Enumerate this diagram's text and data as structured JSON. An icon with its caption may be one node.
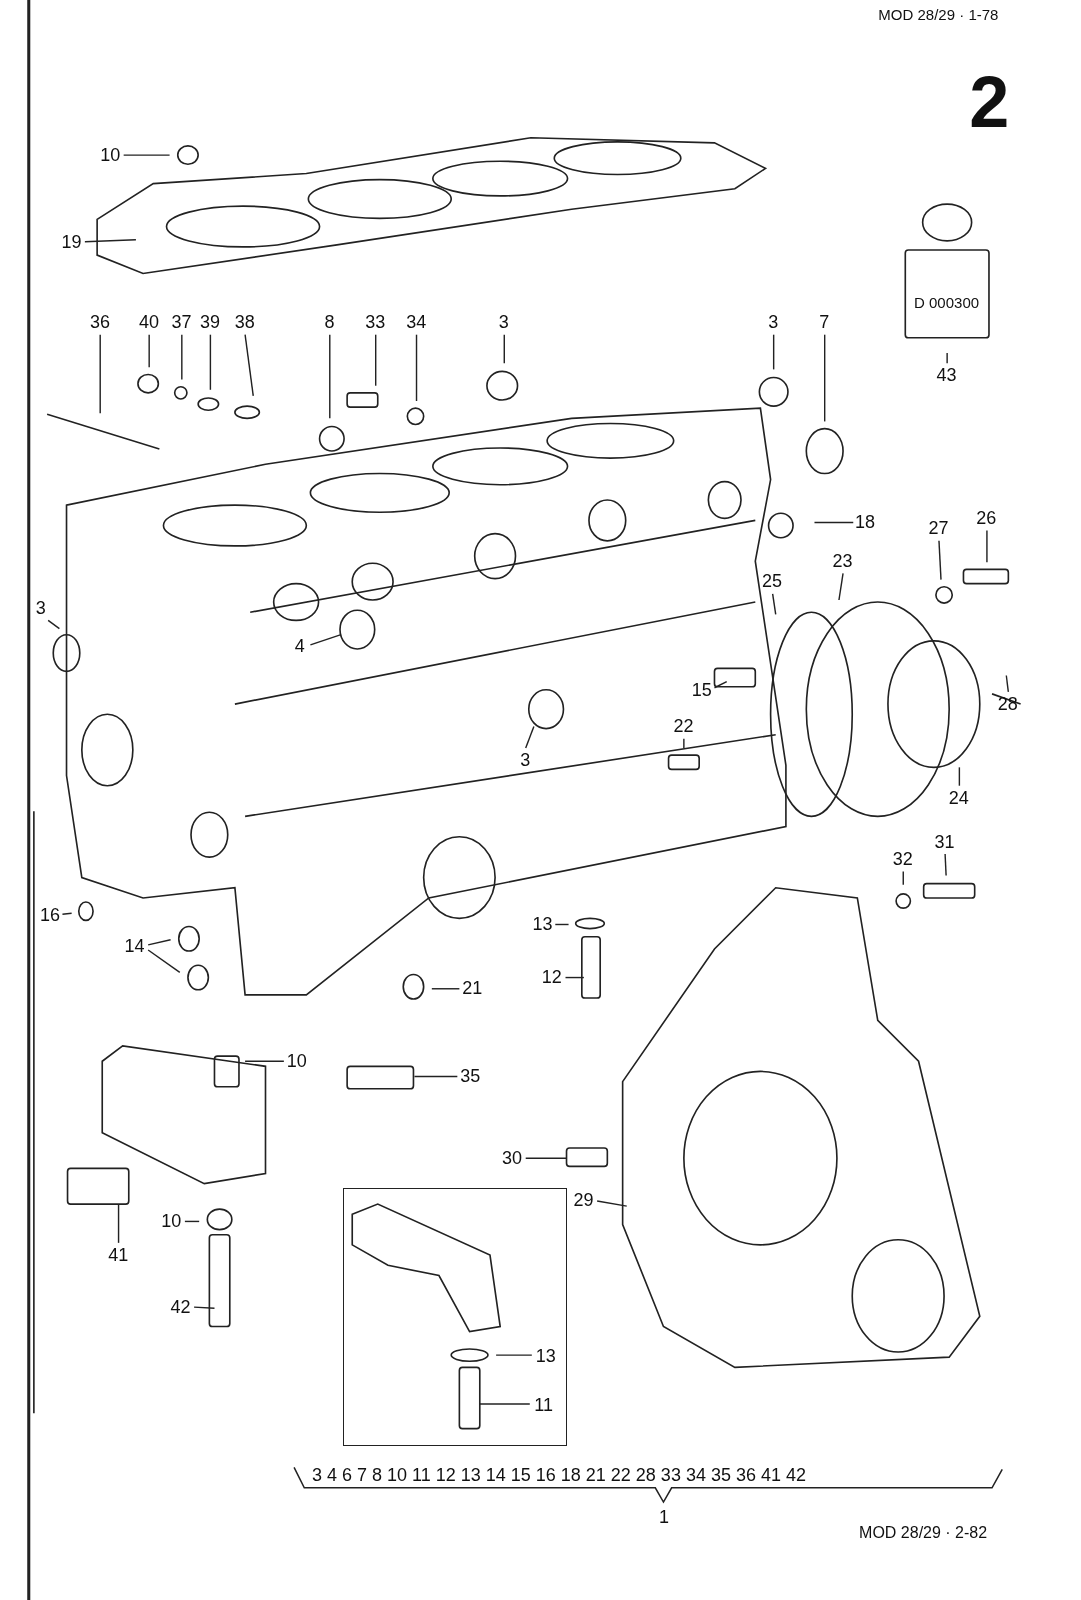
{
  "diagram": {
    "nodes": [
      {
        "text": [
          "10"
        ]
      },
      {
        "text": [
          "19"
        ]
      },
      {
        "text": [
          "36"
        ]
      },
      {
        "text": [
          "40"
        ]
      },
      {
        "text": [
          "37"
        ]
      },
      {
        "text": [
          "39"
        ]
      },
      {
        "text": [
          "38"
        ]
      },
      {
        "text": [
          "8"
        ]
      },
      {
        "text": [
          "33"
        ]
      },
      {
        "text": [
          "34"
        ]
      },
      {
        "text": [
          "3"
        ]
      },
      {
        "text": [
          "3"
        ]
      },
      {
        "text": [
          "7"
        ]
      },
      {
        "text": [
          "43"
        ]
      },
      {
        "text": [
          "18"
        ]
      },
      {
        "text": [
          "27"
        ]
      },
      {
        "text": [
          "26"
        ]
      },
      {
        "text": [
          "23"
        ]
      },
      {
        "text": [
          "25"
        ]
      },
      {
        "text": [
          "3"
        ]
      },
      {
        "text": [
          "4"
        ]
      },
      {
        "text": [
          "15"
        ]
      },
      {
        "text": [
          "28"
        ]
      },
      {
        "text": [
          "22"
        ]
      },
      {
        "text": [
          "3"
        ]
      },
      {
        "text": [
          "24"
        ]
      },
      {
        "text": [
          "16"
        ]
      },
      {
        "text": [
          "14"
        ]
      },
      {
        "text": [
          "32"
        ]
      },
      {
        "text": [
          "31"
        ]
      },
      {
        "text": [
          "13"
        ]
      },
      {
        "text": [
          "12"
        ]
      },
      {
        "text": [
          "21"
        ]
      },
      {
        "text": [
          "10"
        ]
      },
      {
        "text": [
          "35"
        ]
      },
      {
        "text": [
          "30"
        ]
      },
      {
        "text": [
          "29"
        ]
      },
      {
        "text": [
          "41"
        ]
      },
      {
        "text": [
          "10"
        ]
      },
      {
        "text": [
          "42"
        ]
      },
      {
        "text": [],
        "shape": "box"
      },
      {
        "text": [
          "13"
        ],
        "in": 40
      },
      {
        "text": [
          "11"
        ],
        "in": 40
      }
    ],
    "edges": [
      {
        "from": 0,
        "to": null,
        "arrow": "none"
      },
      {
        "from": 1,
        "to": null,
        "arrow": "none"
      },
      {
        "from": 2,
        "to": null,
        "arrow": "none"
      },
      {
        "from": 3,
        "to": null,
        "arrow": "none"
      },
      {
        "from": 4,
        "to": null,
        "arrow": "none"
      },
      {
        "from": 5,
        "to": null,
        "arrow": "none"
      },
      {
        "from": 6,
        "to": null,
        "arrow": "none"
      },
      {
        "from": 7,
        "to": null,
        "arrow": "none"
      },
      {
        "from": 8,
        "to": null,
        "arrow": "none"
      },
      {
        "from": 9,
        "to": null,
        "arrow": "none"
      },
      {
        "from": 10,
        "to": null,
        "arrow": "none"
      },
      {
        "from": 11,
        "to": null,
        "arrow": "none"
      },
      {
        "from": 12,
        "to": null,
        "arrow": "none"
      },
      {
        "from": 13,
        "to": null,
        "arrow": "none"
      },
      {
        "from": 14,
        "to": null,
        "arrow": "none"
      },
      {
        "from": 15,
        "to": null,
        "arrow": "none"
      },
      {
        "from": 16,
        "to": null,
        "arrow": "none"
      },
      {
        "from": 17,
        "to": null,
        "arrow": "none"
      },
      {
        "from": 18,
        "to": null,
        "arrow": "none"
      },
      {
        "from": 19,
        "to": null,
        "arrow": "none"
      },
      {
        "from": 20,
        "to": null,
        "arrow": "none"
      },
      {
        "from": 21,
        "to": null,
        "arrow": "none"
      },
      {
        "from": 22,
        "to": null,
        "arrow": "none"
      },
      {
        "from": 23,
        "to": null,
        "arrow": "none"
      },
      {
        "from": 24,
        "to": null,
        "arrow": "none"
      },
      {
        "from": 25,
        "to": null,
        "arrow": "none"
      },
      {
        "from": 26,
        "to": null,
        "arrow": "none"
      },
      {
        "from": 27,
        "to": null,
        "arrow": "none"
      },
      {
        "from": 27,
        "to": null,
        "arrow": "none"
      },
      {
        "from": 28,
        "to": null,
        "arrow": "none"
      },
      {
        "from": 29,
        "to": null,
        "arrow": "none"
      },
      {
        "from": 30,
        "to": null,
        "arrow": "none"
      },
      {
        "from": 31,
        "to": null,
        "arrow": "none"
      },
      {
        "from": 32,
        "to": null,
        "arrow": "none"
      },
      {
        "from": 33,
        "to": null,
        "arrow": "none"
      },
      {
        "from": 34,
        "to": null,
        "arrow": "none"
      },
      {
        "from": 35,
        "to": null,
        "arrow": "none"
      },
      {
        "from": 36,
        "to": null,
        "arrow": "none"
      },
      {
        "from": 37,
        "to": null,
        "arrow": "none"
      },
      {
        "from": 38,
        "to": null,
        "arrow": "none"
      },
      {
        "from": 39,
        "to": null,
        "arrow": "none"
      },
      {
        "from": 41,
        "to": null,
        "arrow": "none"
      },
      {
        "from": 42,
        "to": null,
        "arrow": "none"
      }
    ],
    "labels": [
      "MOD 28/29 · 1-78",
      "2",
      "D 000300",
      "3 4 6 7 8 10 11 12 13 14 15 16 18 21 22 28 33 34 35 36 41 42",
      "1",
      "MOD 28/29 · 2-82"
    ]
  }
}
